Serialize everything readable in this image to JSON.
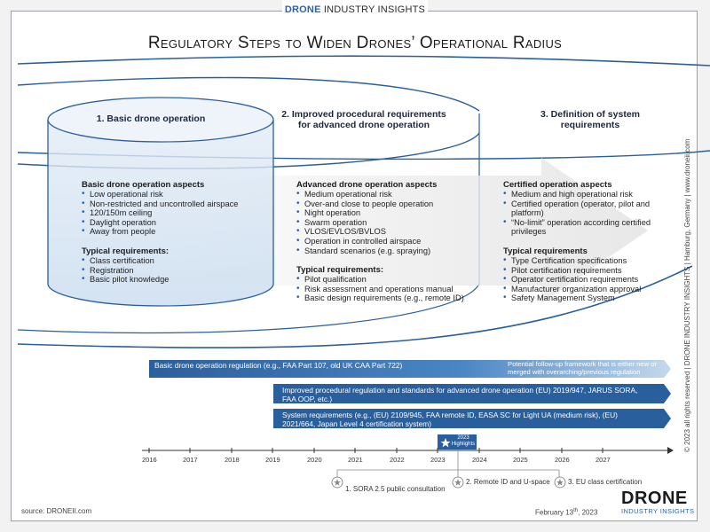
{
  "brand_top": {
    "part1": "DRONE",
    "part2": " INDUSTRY INSIGHTS"
  },
  "title": "Regulatory Steps to Widen Drones’ Operational Radius",
  "columns": [
    {
      "heading": "1. Basic drone operation",
      "aspects_title": "Basic drone operation aspects",
      "aspects": [
        "Low operational risk",
        "Non-restricted and uncontrolled airspace",
        "120/150m ceiling",
        "Daylight operation",
        "Away from people"
      ],
      "req_title": "Typical requirements:",
      "requirements": [
        "Class certification",
        "Registration",
        "Basic pilot knowledge"
      ]
    },
    {
      "heading": "2. Improved procedural requirements for advanced drone operation",
      "aspects_title": "Advanced drone operation aspects",
      "aspects": [
        "Medium operational risk",
        "Over-and close to people operation",
        "Night operation",
        "Swarm operation",
        "VLOS/EVLOS/BVLOS",
        "Operation in controlled airspace",
        "Standard scenarios (e.g. spraying)"
      ],
      "req_title": "Typical requirements:",
      "requirements": [
        "Pilot qualification",
        "Risk assessment and operations manual",
        "Basic design requirements (e.g., remote ID)"
      ]
    },
    {
      "heading": "3. Definition of system requirements",
      "aspects_title": "Certified operation aspects",
      "aspects": [
        "Medium and high operational risk",
        "Certified operation (operator, pilot and platform)",
        "“No-limit” operation according certified privileges"
      ],
      "req_title": "Typical requirements",
      "requirements": [
        "Type Certification specifications",
        "Pilot certification requirements",
        "Operator certification requirements",
        "Manufacturer organization approval",
        "Safety Management System"
      ]
    }
  ],
  "bars": [
    {
      "text": "Basic drone operation regulation (e.g., FAA Part 107, old UK CAA Part 722)",
      "note": "Potential follow-up framework that is either new or merged with overarching/previous regulation"
    },
    {
      "text": "Improved procedural regulation and standards for advanced drone operation (EU) 2019/947, JARUS SORA, FAA OOP, etc.)"
    },
    {
      "text": "System requirements (e.g., (EU) 2109/945, FAA remote ID, EASA SC for Light UA (medium risk), (EU) 2021/664, Japan Level 4 certification system)"
    }
  ],
  "timeline": {
    "years": [
      "2016",
      "2017",
      "2018",
      "2019",
      "2020",
      "2021",
      "2022",
      "2023",
      "2024",
      "2025",
      "2026",
      "2027"
    ],
    "highlight": {
      "year_label": "2023",
      "label": "Highlights"
    },
    "milestones": [
      "1. SORA 2.5 public consultation",
      "2. Remote ID and U-space",
      "3. EU class certification"
    ]
  },
  "footer": {
    "source": "source: DRONEII.com",
    "date": "February 13",
    "date_sup": "th",
    "date_year": ", 2023",
    "logo_main": "DRONE",
    "logo_sub": "INDUSTRY INSIGHTS",
    "side_text": "© 2023 all rights reserved  |  DRONE INDUSTRY INSIGHTS  |  Hamburg, Germany  |  www.droneii.com"
  },
  "colors": {
    "dark_blue": "#2a5f9e",
    "mid_blue": "#3e78b8",
    "light_blue": "#d6e4f3",
    "accent": "#2c63a8"
  }
}
